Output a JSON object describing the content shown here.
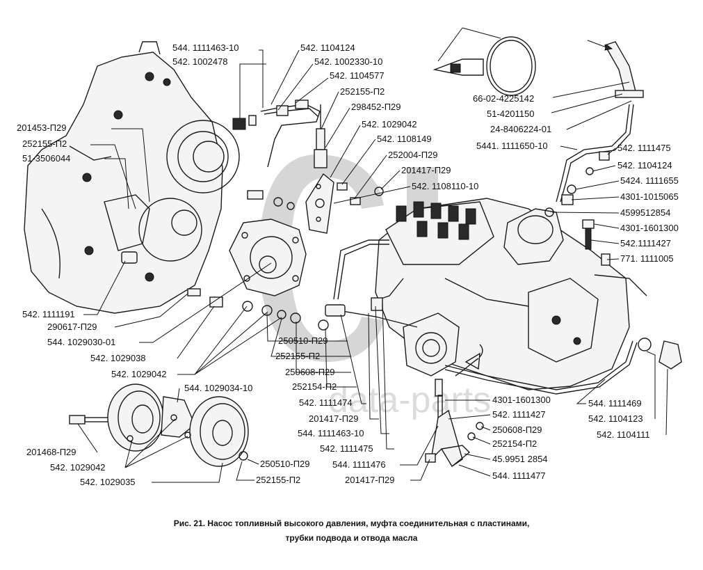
{
  "watermark": "data-parts",
  "caption": {
    "line1": "Рис. 21. Насос топливный высокого давления, муфта соединительная с пластинами,",
    "line2": "трубки подвода и отвода масла"
  },
  "labels": {
    "l01": "544. 1111463-10",
    "l02": "542. 1104124",
    "l03": "542. 1002478",
    "l04": "542. 1002330-10",
    "l05": "542. 1104577",
    "l06": "252155-П2",
    "l07": "201453-П29",
    "l08": "298452-П29",
    "l09": "252155-П2",
    "l10": "542. 1029042",
    "l11": "51-3506044",
    "l12": "542. 1108149",
    "l13": "252004-П29",
    "l14": "201417-П29",
    "l15": "542. 1108110-10",
    "l16": "66-02-4225142",
    "l17": "51-4201150",
    "l18": "24-8406224-01",
    "l19": "5441. 1111650-10",
    "l20": "542. 1111475",
    "l21": "542. 1104124",
    "l22": "5424. 1111655",
    "l23": "4301-1015065",
    "l24": "4599512854",
    "l25": "4301-1601300",
    "l26": "542.1111427",
    "l27": "771. 1111005",
    "l28": "542. 1111191",
    "l29": "290617-П29",
    "l30": "544. 1029030-01",
    "l31": "542. 1029038",
    "l32": "542. 1029042",
    "l33": "250510-П29",
    "l34": "252155-П2",
    "l35": "250608-П29",
    "l36": "252154-П2",
    "l37": "542. 1111474",
    "l38": "201417-П29",
    "l39": "544. 1111463-10",
    "l40": "542. 1111475",
    "l41": "544. 1111476",
    "l42": "201417-П29",
    "l43": "544. 1029034-10",
    "l44": "201468-П29",
    "l45": "542. 1029042",
    "l46": "542. 1029035",
    "l47": "250510-П29",
    "l48": "252155-П2",
    "l49": "4301-1601300",
    "l50": "542. 1111427",
    "l51": "250608-П29",
    "l52": "252154-П2",
    "l53": "45.9951 2854",
    "l54": "544. 1111477",
    "l55": "544. 1111469",
    "l56": "542. 1104123",
    "l57": "542. 1104111"
  }
}
